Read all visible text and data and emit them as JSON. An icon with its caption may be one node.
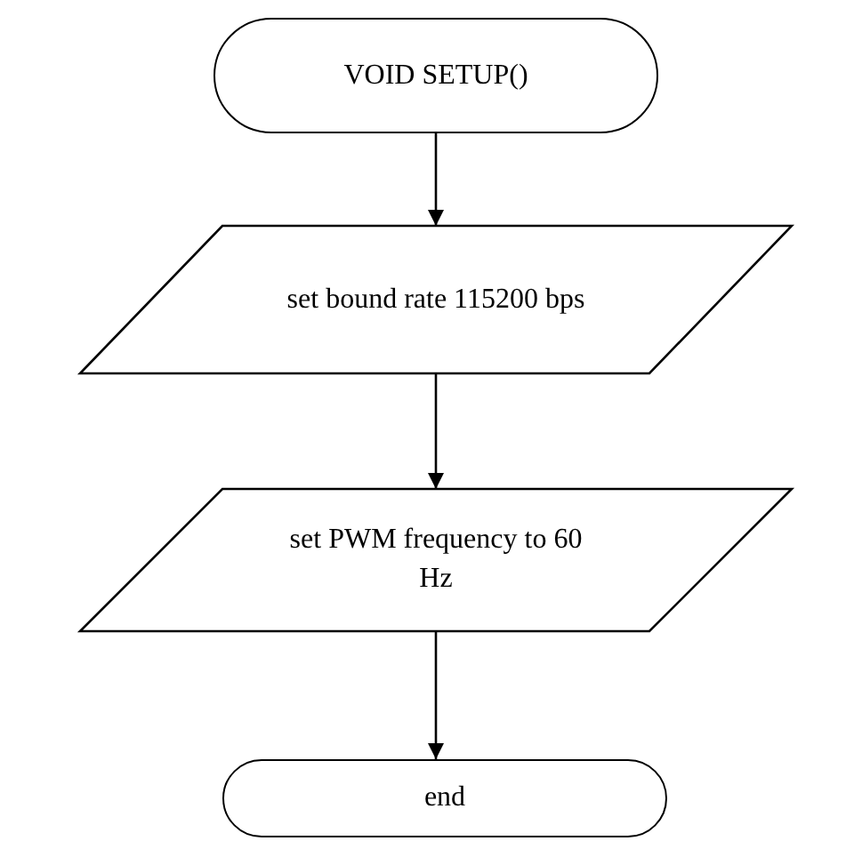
{
  "diagram": {
    "nodes": [
      {
        "text": [
          "VOID SETUP()"
        ]
      },
      {
        "text": [
          "set bound rate 115200 bps"
        ]
      },
      {
        "text": [
          "set PWM frequency to 60 Hz"
        ]
      },
      {
        "text": [
          "end"
        ]
      }
    ],
    "edges": [
      {
        "from": 0,
        "to": 1,
        "arrow": "to"
      },
      {
        "from": 1,
        "to": 2,
        "arrow": "to"
      },
      {
        "from": 2,
        "to": 3,
        "arrow": "to"
      }
    ]
  }
}
